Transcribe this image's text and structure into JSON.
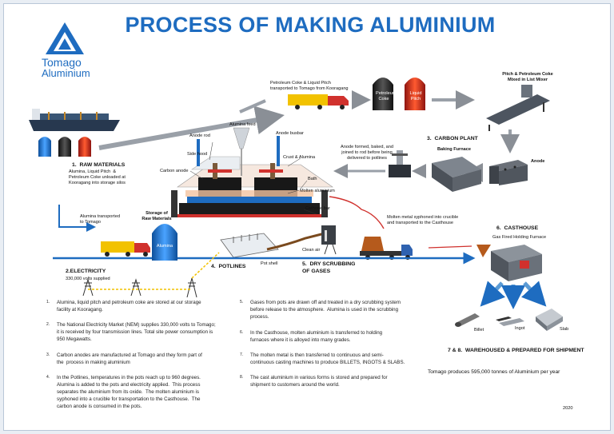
{
  "title": "PROCESS OF MAKING ALUMINIUM",
  "logo": {
    "name": "Tomago",
    "sub": "Aluminium",
    "icon": "tomago-logo-icon"
  },
  "colors": {
    "blue": "#1e6cc0",
    "yellow": "#f2c200",
    "red": "#d0312d",
    "dark": "#222222",
    "grey": "#8a8f96"
  },
  "labels": {
    "petcoke_transport": "Petroleum Coke & Liquid Pitch\ntransported to Tomago from Kooragang",
    "silo_petcoke": "Petroleum\nCoke",
    "silo_pitch": "Liquid\nPitch",
    "mixer": "Pitch & Petroleum Coke\nMixed in List Mixer",
    "carbon_plant": "3.  CARBON PLANT",
    "baking_furnace": "Baking Furnace",
    "anode_formed": "Anode formed, baked, and\njoined to rod before being\ndelivered to potlines",
    "anode": "Anode",
    "raw_materials_title": "1.  RAW MATERIALS",
    "raw_materials_desc": "Alumina, Liquid Pitch  &\nPetroleum Coke unloaded at\nKooragang into storage silos",
    "anode_rod": "Anode rod",
    "alumina_feed": "Alumina feed",
    "anode_busbar": "Anode busbar",
    "side_hood": "Side hood",
    "crust_alumina": "Crust & Alumina",
    "carbon_anode": "Carbon anode",
    "bath": "Bath",
    "molten_aluminium": "Molten aluminium",
    "cathode_bar": "Cathode bar",
    "alumina_transported": "Alumina transported\nto Tomago",
    "storage_raw": "Storage of\nRaw Materials",
    "silo_alumina": "Alumina",
    "molten_siphoned": "Molten metal syphoned into crucible\nand transported to the Casthouse",
    "casthouse": "6.  CASTHOUSE",
    "gas_furnace": "Gas Fired Holding Furnace",
    "electricity_title": "2.ELECTRICITY",
    "electricity_desc": "330,000 volts supplied",
    "potlines": "4.  POTLINES",
    "pot_shell": "Pot shell",
    "clean_air": "Clean air",
    "dry_scrubbing": "5.  DRY SCRUBBING\nOF GASES",
    "billet": "Billet",
    "ingot": "Ingot",
    "slab": "Slab",
    "warehouse": "7 & 8.  WAREHOUSED & PREPARED FOR SHIPMENT",
    "production": "Tomago produces 595,000 tonnes of Aluminium per year",
    "year": "2020"
  },
  "notes_left": [
    {
      "num": "1.",
      "text": "Alumina, liquid pitch and petroleum coke are stored at our storage\nfacility at Kooragang."
    },
    {
      "num": "2.",
      "text": "The National Electricity Market (NEM) supplies 330,000 volts to Tomago;\nit is received by four transmission lines. Total site power consumption is\n950 Megawatts."
    },
    {
      "num": "3.",
      "text": "Carbon anodes are manufactured at Tomago and they form part of\nthe  process in making aluminium"
    },
    {
      "num": "4.",
      "text": "In the Potlines, temperatures in the pots reach up to 960 degrees.\nAlumina is added to the pots and electricity applied.  This process\nseparates the aluminium from its oxide.  The molten aluminium is\nsyphoned into a crucible for transportation to the Casthouse.  The\ncarbon anode is consumed in the pots."
    }
  ],
  "notes_right": [
    {
      "num": "5.",
      "text": "Gases from pots are drawn off and treated in a dry scrubbing system\nbefore release to the atmosphere.  Alumina is used in the scrubbing\nprocess."
    },
    {
      "num": "6.",
      "text": "In the Casthouse, molten aluminium is transferred to holding\nfurnaces where it is alloyed into many grades."
    },
    {
      "num": "7.",
      "text": "The molten metal is then transferred to continuous and semi-\ncontinuous casting machines to produce BILLETS, INGOTS & SLABS."
    },
    {
      "num": "8.",
      "text": "The cast aluminium in various forms is stored and prepared for\nshipment to customers around the world."
    }
  ]
}
